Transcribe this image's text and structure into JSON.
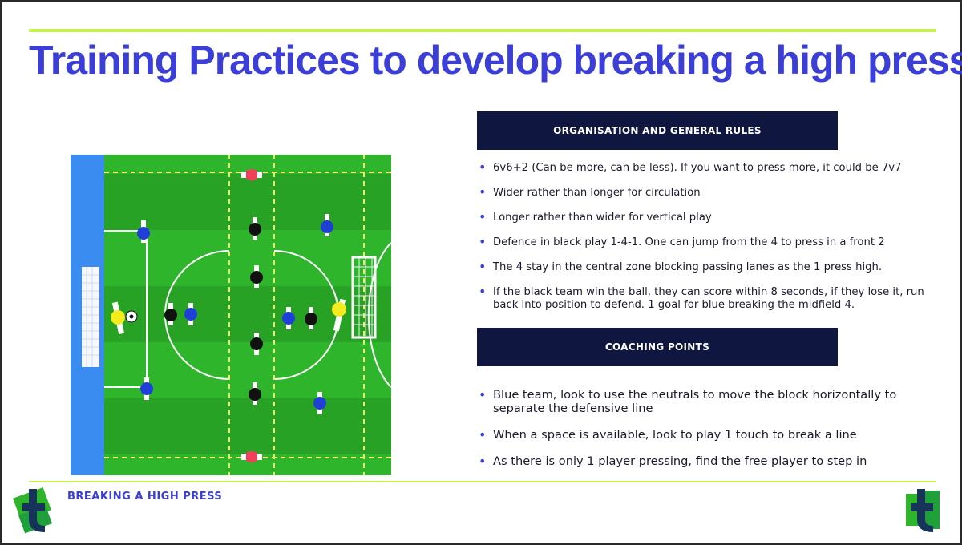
{
  "title": "Training Practices to develop breaking a high press",
  "sections": {
    "organisation_header": "ORGANISATION AND GENERAL RULES",
    "rules": [
      "6v6+2 (Can be more, can be less). If you want to press more, it could be 7v7",
      "Wider rather than longer for circulation",
      "Longer rather than wider for vertical play",
      "Defence in black play 1-4-1. One can jump from the 4 to press in a front 2",
      "The 4 stay in the central zone blocking passing lanes as the 1 press high.",
      "If the black team win the ball, they can score within 8 seconds, if they lose it, run back into position to defend. 1 goal for blue breaking the midfield 4."
    ],
    "coaching_header": "COACHING POINTS",
    "coaching_points": [
      "Blue team, look to use the neutrals to move the block horizontally to separate the defensive line",
      "When a space is available, look to play 1 touch to break a line",
      "As there is only 1 player pressing, find the free player to step in"
    ]
  },
  "footer": {
    "label": "BREAKING A HIGH PRESS"
  },
  "colors": {
    "title": "#3b3fd8",
    "accent_line": "#c6f24e",
    "header_bg": "#0f1740",
    "pitch_light": "#2fb52c",
    "pitch_dark": "#27a224",
    "blue_team": "#1f3fd6",
    "black_team": "#111111",
    "neutral": "#f4ec1c",
    "pink_player": "#f0405a"
  },
  "icons": {
    "logo": "club-crest-icon",
    "ball": "football-icon",
    "goal": "goal-net-icon"
  }
}
